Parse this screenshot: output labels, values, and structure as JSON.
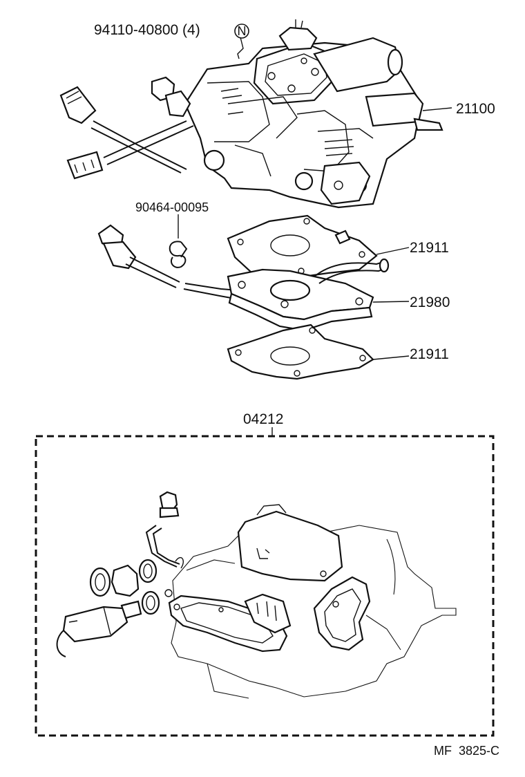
{
  "callouts": {
    "bolt": "94110-40800 (4)",
    "bolt_badge": "N",
    "carburetor": "21100",
    "clip": "90464-00095",
    "gasket_upper": "21911",
    "insulator": "21980",
    "gasket_lower": "21911",
    "kit": "04212"
  },
  "footer_code": "MF  3825-C",
  "icons": [
    "carburetor-assembly-icon",
    "gasket-icon",
    "insulator-icon",
    "clip-icon",
    "connector-icon",
    "repair-kit-icon"
  ]
}
